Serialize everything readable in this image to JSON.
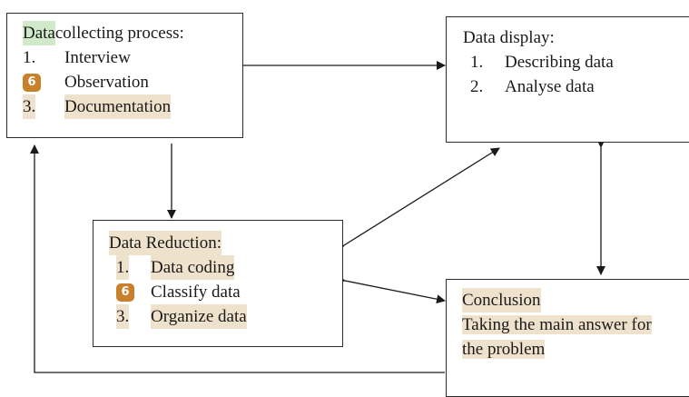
{
  "collecting": {
    "title_highlight": "Data",
    "title_rest": " collecting process:",
    "items": [
      {
        "num": "1.",
        "label": "Interview",
        "badge": ""
      },
      {
        "num": "",
        "label": "Observation",
        "badge": "6"
      },
      {
        "num": "3.",
        "label": "Documentation",
        "badge": ""
      }
    ]
  },
  "display": {
    "title": "Data display:",
    "items": [
      {
        "num": "1.",
        "label": "Describing data"
      },
      {
        "num": "2.",
        "label": "Analyse data"
      }
    ]
  },
  "reduction": {
    "title": "Data Reduction:",
    "items": [
      {
        "num": "1.",
        "label": "Data coding",
        "badge": ""
      },
      {
        "num": "",
        "label": "Classify data",
        "badge": "6"
      },
      {
        "num": "3.",
        "label": "Organize data",
        "badge": ""
      }
    ]
  },
  "conclusion": {
    "title": "Conclusion",
    "line1": "Taking the main answer for",
    "line2": "the problem"
  },
  "colors": {
    "highlight_green": "#cfe9c9",
    "highlight_tan": "#efe2cc",
    "badge": "#c8802a",
    "line": "#1a1a1a"
  }
}
